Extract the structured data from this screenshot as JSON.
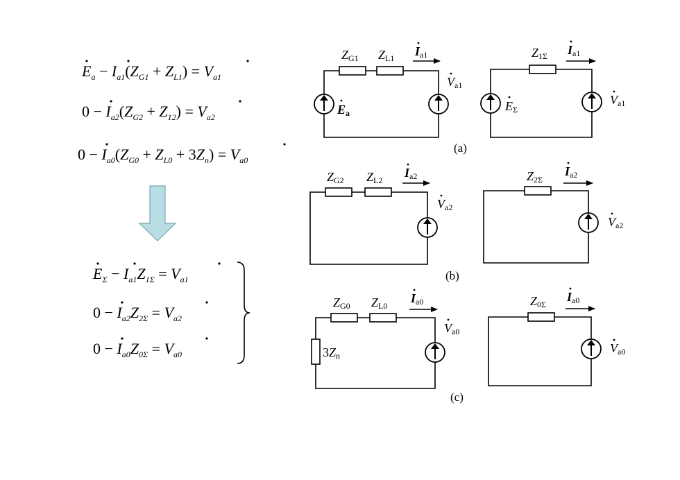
{
  "equations_top": {
    "eq1": {
      "a": "E",
      "a_sub": "a",
      "op1": " − ",
      "b": "I",
      "b_sub": "a1",
      "p_open": "(",
      "z1": "Z",
      "z1_sub": "G1",
      "plus": " + ",
      "z2": "Z",
      "z2_sub": "L1",
      "p_close": ")",
      "eq": " = ",
      "r": "V",
      "r_sub": "a1"
    },
    "eq2": {
      "a": "0",
      "op1": " − ",
      "b": "I",
      "b_sub": "a2",
      "p_open": "(",
      "z1": "Z",
      "z1_sub": "G2",
      "plus": " + ",
      "z2": "Z",
      "z2_sub": "12",
      "p_close": ")",
      "eq": " = ",
      "r": "V",
      "r_sub": "a2"
    },
    "eq3": {
      "a": "0",
      "op1": " − ",
      "b": "I",
      "b_sub": "a0",
      "p_open": "(",
      "z1": "Z",
      "z1_sub": "G0",
      "plus": " + ",
      "z2": "Z",
      "z2_sub": "L0",
      "plus2": " + 3",
      "z3": "Z",
      "z3_sub": "n",
      "p_close": ")",
      "eq": " = ",
      "r": "V",
      "r_sub": "a0"
    }
  },
  "equations_bottom": {
    "eq1": {
      "a": "E",
      "a_sub": "Σ",
      "op1": " − ",
      "b": "I",
      "b_sub": "a1",
      "z": "Z",
      "z_sub": "1Σ",
      "eq": " = ",
      "r": "V",
      "r_sub": "a1"
    },
    "eq2": {
      "a": "0",
      "op1": " − ",
      "b": "I",
      "b_sub": "a2",
      "z": "Z",
      "z_sub": "2Σ",
      "eq": " = ",
      "r": "V",
      "r_sub": "a2"
    },
    "eq3": {
      "a": "0",
      "op1": " − ",
      "b": "I",
      "b_sub": "a0",
      "z": "Z",
      "z_sub": "0Σ",
      "eq": " = ",
      "r": "V",
      "r_sub": "a0"
    }
  },
  "arrow_color": "#b9dde5",
  "circuits": {
    "a_left": {
      "z1": "Z",
      "z1_sub": "G1",
      "z2": "Z",
      "z2_sub": "L1",
      "i": "I",
      "i_sub": "a1",
      "v": "V",
      "v_sub": "a1",
      "e": "E",
      "e_sub": "a"
    },
    "a_right": {
      "z": "Z",
      "z_sub": "1Σ",
      "i": "I",
      "i_sub": "a1",
      "v": "V",
      "v_sub": "a1",
      "e": "E",
      "e_sub": "Σ"
    },
    "b_left": {
      "z1": "Z",
      "z1_sub": "G2",
      "z2": "Z",
      "z2_sub": "L2",
      "i": "I",
      "i_sub": "a2",
      "v": "V",
      "v_sub": "a2"
    },
    "b_right": {
      "z": "Z",
      "z_sub": "2Σ",
      "i": "I",
      "i_sub": "a2",
      "v": "V",
      "v_sub": "a2"
    },
    "c_left": {
      "z1": "Z",
      "z1_sub": "G0",
      "z2": "Z",
      "z2_sub": "L0",
      "i": "I",
      "i_sub": "a0",
      "v": "V",
      "v_sub": "a0",
      "zn_coef": "3",
      "zn": "Z",
      "zn_sub": "n"
    },
    "c_right": {
      "z": "Z",
      "z_sub": "0Σ",
      "i": "I",
      "i_sub": "a0",
      "v": "V",
      "v_sub": "a0"
    }
  },
  "captions": {
    "a": "(a)",
    "b": "(b)",
    "c": "(c)"
  }
}
